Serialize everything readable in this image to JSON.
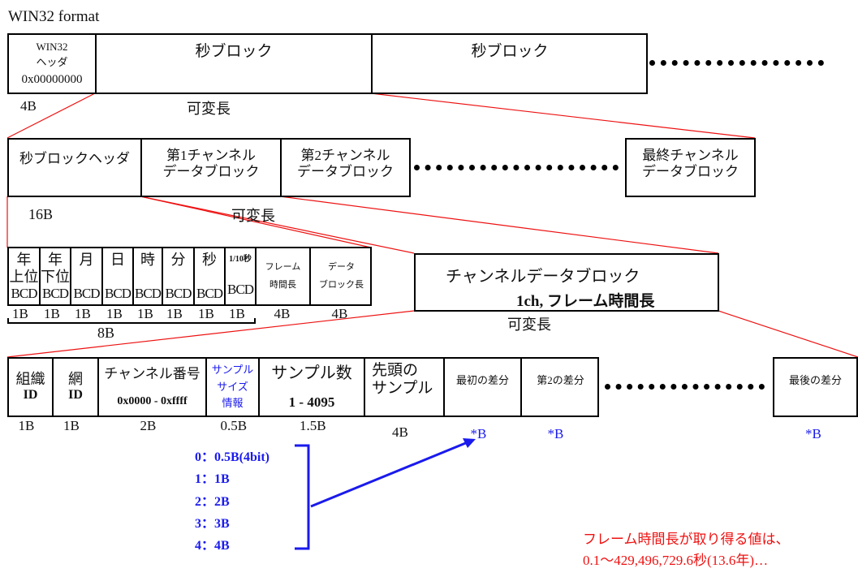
{
  "title": "WIN32 format",
  "row1": {
    "header_lines": [
      "WIN32",
      "ヘッダ",
      "0x00000000"
    ],
    "blocks": [
      "秒ブロック",
      "秒ブロック"
    ],
    "size_header": "4B",
    "size_var": "可変長"
  },
  "row2": {
    "cells": [
      [
        "秒ブロックヘッダ"
      ],
      [
        "第1チャンネル",
        "データブロック"
      ],
      [
        "第2チャンネル",
        "データブロック"
      ]
    ],
    "last": [
      "最終チャンネル",
      "データブロック"
    ],
    "size_header": "16B",
    "size_var": "可変長"
  },
  "row3": {
    "fields": [
      {
        "top": "年",
        "mid": "上位",
        "bcd": "BCD",
        "size": "1B"
      },
      {
        "top": "年",
        "mid": "下位",
        "bcd": "BCD",
        "size": "1B"
      },
      {
        "top": "月",
        "mid": "",
        "bcd": "BCD",
        "size": "1B"
      },
      {
        "top": "日",
        "mid": "",
        "bcd": "BCD",
        "size": "1B"
      },
      {
        "top": "時",
        "mid": "",
        "bcd": "BCD",
        "size": "1B"
      },
      {
        "top": "分",
        "mid": "",
        "bcd": "BCD",
        "size": "1B"
      },
      {
        "top": "秒",
        "mid": "",
        "bcd": "BCD",
        "size": "1B"
      },
      {
        "top": "1/10秒",
        "mid": "",
        "bcd": "BCD",
        "size": "1B"
      }
    ],
    "frame_len": [
      "フレーム",
      "時間長"
    ],
    "frame_len_size": "4B",
    "block_len": [
      "データ",
      "ブロック長"
    ],
    "block_len_size": "4B",
    "total": "8B"
  },
  "channel_block": {
    "title": "チャンネルデータブロック",
    "subtitle": "1ch, フレーム時間長",
    "size": "可変長"
  },
  "row4": {
    "cells": [
      {
        "l1": "組織",
        "l2": "ID",
        "size": "1B"
      },
      {
        "l1": "網",
        "l2": "ID",
        "size": "1B"
      },
      {
        "l1": "チャンネル番号",
        "l2": "0x0000 - 0xffff",
        "size": "2B"
      },
      {
        "l1": "サンプル",
        "l2": "サイズ",
        "l3": "情報",
        "size": "0.5B"
      },
      {
        "l1": "サンプル数",
        "l2": "1 - 4095",
        "size": "1.5B"
      },
      {
        "l1": "先頭の",
        "l2": "サンプル",
        "size": "4B"
      },
      {
        "l1": "最初の差分",
        "size": "*B"
      },
      {
        "l1": "第2の差分",
        "size": "*B"
      }
    ],
    "last": {
      "l1": "最後の差分",
      "size": "*B"
    }
  },
  "sample_sizes": [
    "0：0.5B(4bit)",
    "1：1B",
    "2：2B",
    "3：3B",
    "4：4B"
  ],
  "note": [
    "フレーム時間長が取り得る値は、",
    "0.1～429,496,729.6秒(13.6年)…"
  ],
  "colors": {
    "red": "#ee1111",
    "blue": "#1a1aee"
  }
}
